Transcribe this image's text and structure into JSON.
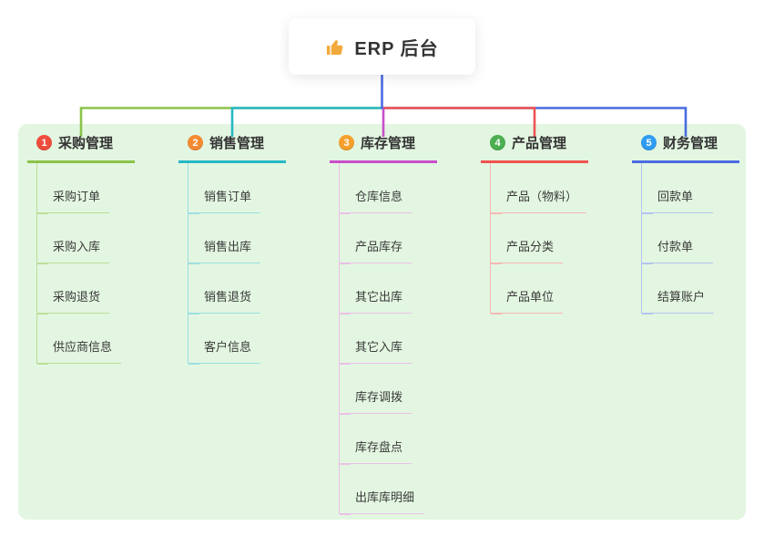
{
  "root": {
    "title": "ERP 后台",
    "icon": "thumbs-up-icon",
    "line_color": "#4a6ce0"
  },
  "canvas_color": "#e3f6e1",
  "icon_color": "#f2a93b",
  "branches": [
    {
      "badge": "1",
      "badge_color": "#ef4d3d",
      "title": "采购管理",
      "color": "#8bc34a",
      "line_color": "#bcdE9a",
      "children": [
        "采购订单",
        "采购入库",
        "采购退货",
        "供应商信息"
      ]
    },
    {
      "badge": "2",
      "badge_color": "#f58a33",
      "title": "销售管理",
      "color": "#26b8c5",
      "line_color": "#9adfe0",
      "children": [
        "销售订单",
        "销售出库",
        "销售退货",
        "客户信息"
      ]
    },
    {
      "badge": "3",
      "badge_color": "#f5a02c",
      "title": "库存管理",
      "color": "#c94ecb",
      "line_color": "#ecc0e8",
      "children": [
        "仓库信息",
        "产品库存",
        "其它出库",
        "其它入库",
        "库存调拨",
        "库存盘点",
        "出库库明细"
      ]
    },
    {
      "badge": "4",
      "badge_color": "#4caf50",
      "title": "产品管理",
      "color": "#ef5350",
      "line_color": "#f6b8b4",
      "children": [
        "产品（物料）",
        "产品分类",
        "产品单位"
      ]
    },
    {
      "badge": "5",
      "badge_color": "#2f9bf2",
      "title": "财务管理",
      "color": "#4a6ce0",
      "line_color": "#b3c4ef",
      "children": [
        "回款单",
        "付款单",
        "结算账户"
      ]
    }
  ]
}
